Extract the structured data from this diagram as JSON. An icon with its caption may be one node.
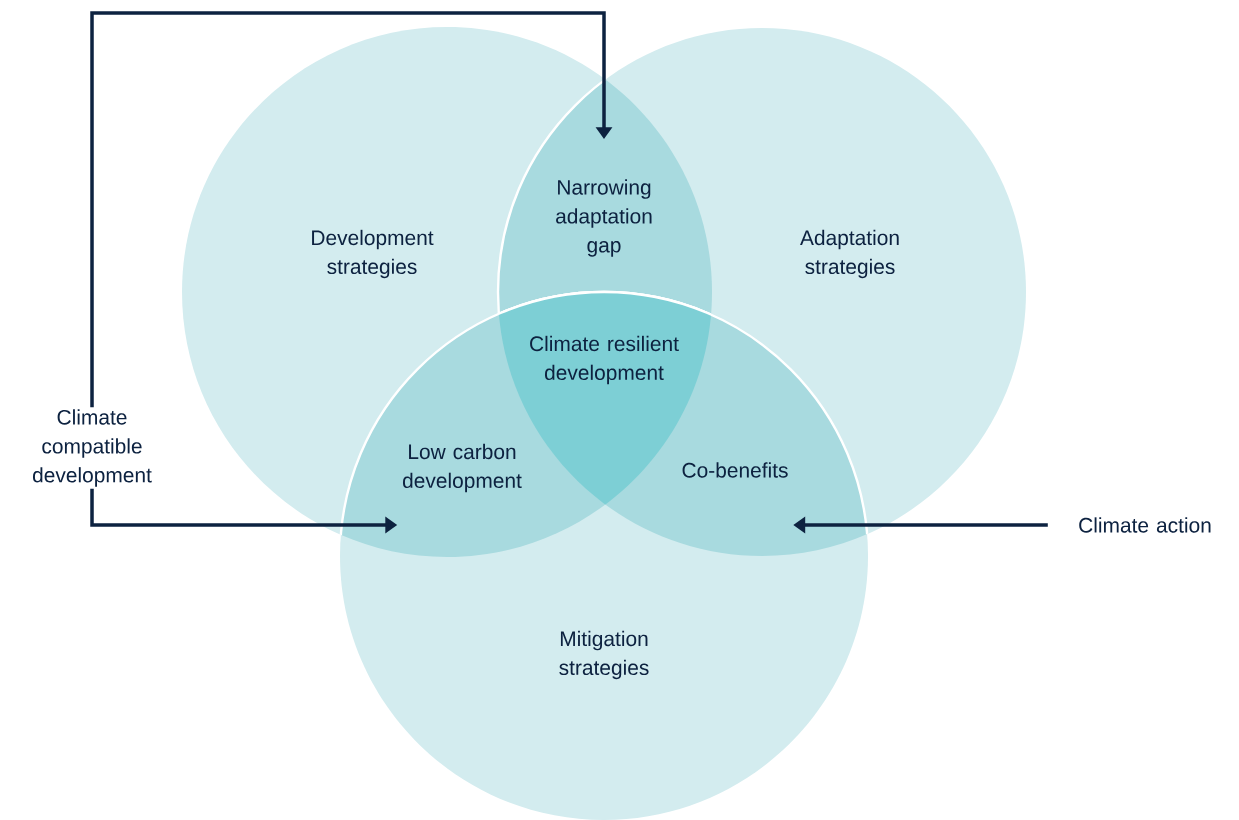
{
  "diagram": {
    "nodes": [
      {
        "text": [
          "Development strategies"
        ]
      },
      {
        "text": [
          "Adaptation strategies"
        ]
      },
      {
        "text": [
          "Mitigation strategies"
        ]
      },
      {
        "text": [
          "Narrowing adaptation gap"
        ]
      },
      {
        "text": [
          "Low carbon development"
        ]
      },
      {
        "text": [
          "Co-benefits"
        ]
      },
      {
        "text": [
          "Climate resilient development"
        ]
      },
      {
        "text": [
          "Climate compatible development"
        ]
      },
      {
        "text": [
          "Climate action"
        ]
      }
    ],
    "edges": [
      {
        "from": 7,
        "to": 3,
        "arrow": "to"
      },
      {
        "from": 7,
        "to": 4,
        "arrow": "to"
      },
      {
        "from": 8,
        "to": 5,
        "arrow": "to"
      }
    ]
  }
}
